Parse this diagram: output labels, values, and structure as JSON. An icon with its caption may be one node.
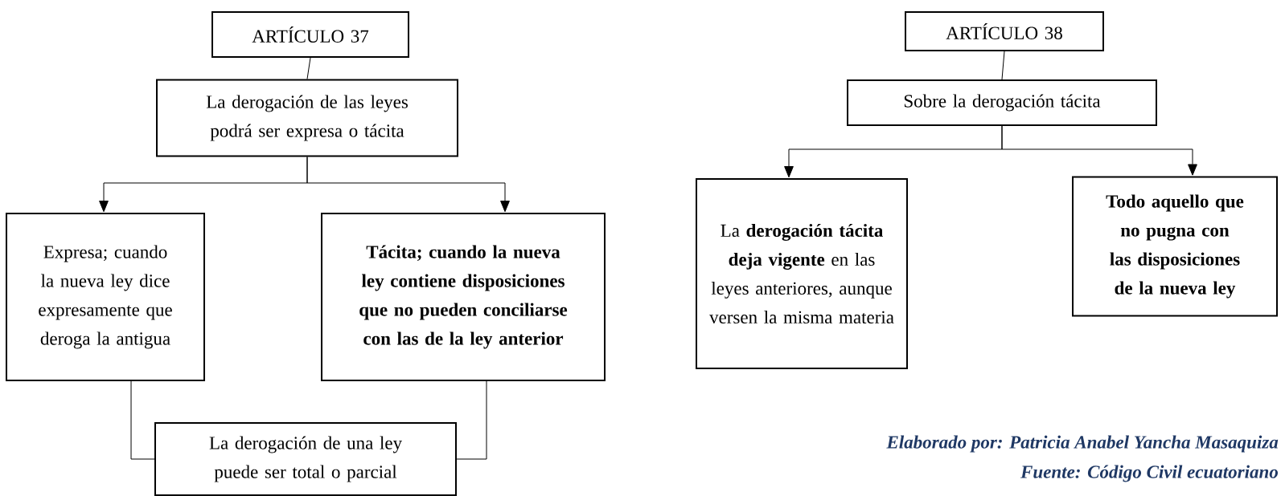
{
  "diagram": {
    "nodes": [
      {
        "text": [
          "ARTÍCULO 37"
        ]
      },
      {
        "text": [
          "La derogación de las leyes podrá ser expresa o tácita"
        ]
      },
      {
        "text": [
          "Expresa; cuando la nueva ley dice expresamente que deroga la antigua"
        ]
      },
      {
        "text": [
          "Tácita; cuando la nueva ley contiene disposiciones que no pueden conciliarse con las de la ley anterior"
        ]
      },
      {
        "text": [
          "La derogación de una ley puede ser total o parcial"
        ]
      },
      {
        "text": [
          "ARTÍCULO 38"
        ]
      },
      {
        "text": [
          "Sobre la derogación tácita"
        ]
      },
      {
        "text": [
          "La **derogación tácita deja vigente** en las leyes anteriores, aunque versen la misma materia"
        ]
      },
      {
        "text": [
          "Todo aquello que no pugna con las disposiciones de la nueva ley"
        ]
      }
    ],
    "edges": [
      {
        "from": 0,
        "to": 1,
        "arrow": "none"
      },
      {
        "from": 1,
        "to": 2,
        "arrow": "to"
      },
      {
        "from": 1,
        "to": 3,
        "arrow": "to"
      },
      {
        "from": 2,
        "to": 4,
        "arrow": "none"
      },
      {
        "from": 3,
        "to": 4,
        "arrow": "none"
      },
      {
        "from": 5,
        "to": 6,
        "arrow": "none"
      },
      {
        "from": 6,
        "to": 7,
        "arrow": "to"
      },
      {
        "from": 6,
        "to": 8,
        "arrow": "to"
      }
    ],
    "labels": [
      "Elaborado por: Patricia Anabel Yancha Masaquiza",
      "Fuente: Código Civil ecuatoriano"
    ]
  }
}
